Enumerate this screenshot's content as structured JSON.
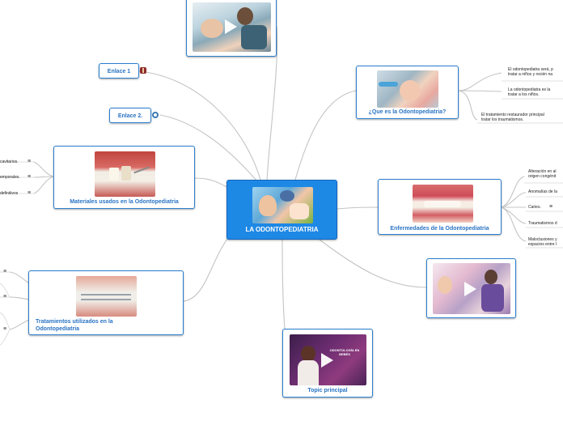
{
  "root": {
    "label": "LA ODONTOPEDIATRIA"
  },
  "links": [
    {
      "label": "Enlace 1",
      "icon": "link-icon"
    },
    {
      "label": "Enlace 2.",
      "icon": "wordpress-icon"
    }
  ],
  "materials": {
    "label": "Materiales usados en la Odontopediatria",
    "notes": [
      "cavitarios.",
      "emporales.",
      "definitivos"
    ]
  },
  "treatments": {
    "label": "Tratamientos utilizados en la Odontopediatria"
  },
  "que_es": {
    "label": "¿Que es la Odontopediatria?",
    "notes": [
      "El odontopediatra será, p\ntratar a niños y recién na",
      "La odontopediatra es la\ntratar a los niños.",
      "El tratamiento restaurador principal\ntratar los traumatismos."
    ]
  },
  "enfermedades": {
    "label": "Enfermedades de la Odontopediatria",
    "notes": [
      "Alteración en al\norigen congénit",
      "Anomalías de la",
      "Caries.",
      "Traumatismos d",
      "Maloclusiones y\nespacios entre l"
    ]
  },
  "topic": {
    "label": "Topic principal",
    "video_caption": "ODONTOLOGÍA EN BEBÉS"
  },
  "colors": {
    "accent": "#2a7fd0",
    "root_bg": "#1e88e5",
    "link_line": "#bdbdbd"
  }
}
